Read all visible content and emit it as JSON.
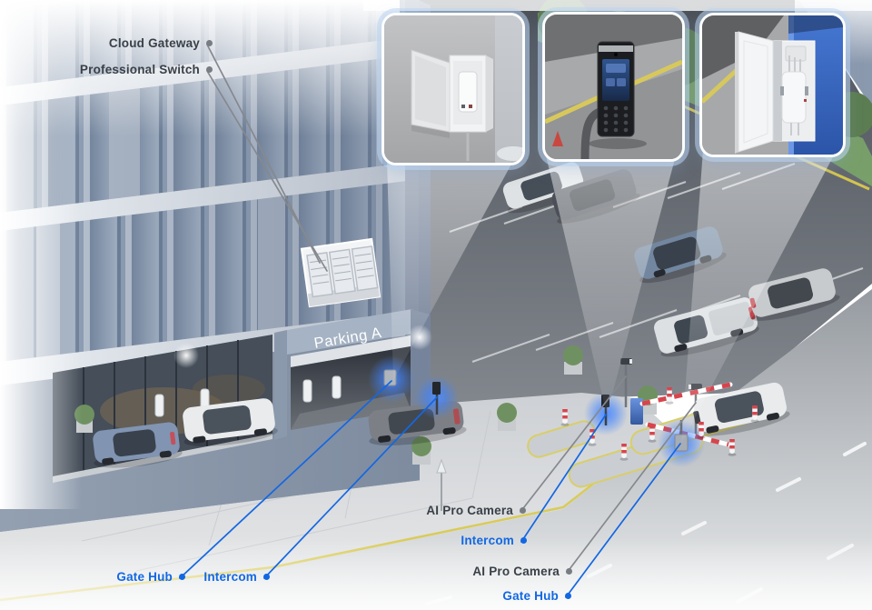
{
  "building": {
    "parking_sign": "Parking A"
  },
  "labels": {
    "cloud_gateway": "Cloud Gateway",
    "professional_switch": "Professional Switch",
    "gate_hub_garage": "Gate Hub",
    "intercom_garage": "Intercom",
    "ai_pro_camera_entry": "AI Pro Camera",
    "intercom_entry": "Intercom",
    "ai_pro_camera_exit": "AI Pro Camera",
    "gate_hub_exit": "Gate Hub"
  },
  "insets": [
    {
      "name": "wall-enclosure-gate-hub-photo"
    },
    {
      "name": "intercom-keypad-on-pole-photo"
    },
    {
      "name": "blue-cabinet-gate-hub-photo"
    }
  ],
  "colors": {
    "label_blue": "#1268e3",
    "label_dark": "#3a4048",
    "leader_gray": "#85898f",
    "device_glow_blue": "#3f82ff",
    "barrier_red": "#d6454d",
    "curb_yellow": "#d8c85c"
  }
}
